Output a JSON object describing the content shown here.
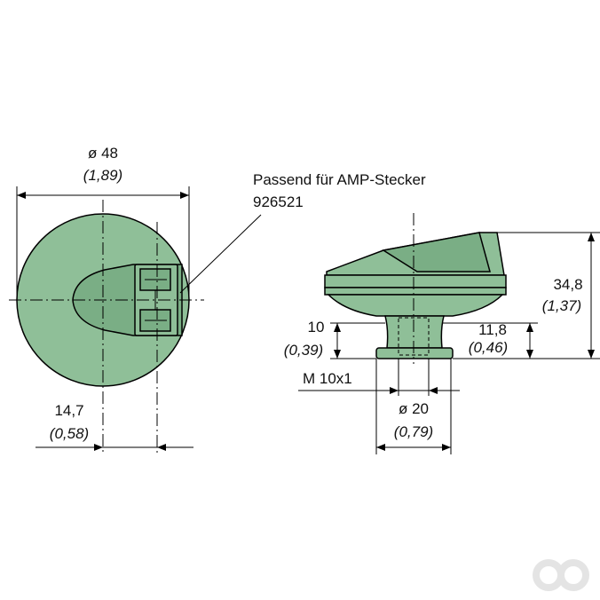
{
  "labels": {
    "top_dia": "ø 48",
    "top_dia_in": "(1,89)",
    "note_line1": "Passend für AMP-Stecker",
    "note_line2": "926521",
    "offset": "14,7",
    "offset_in": "(0,58)",
    "height_total": "34,8",
    "height_total_in": "(1,37)",
    "neck_height": "11,8",
    "neck_height_in": "(0,46)",
    "base_height": "10",
    "base_height_in": "(0,39)",
    "thread": "M 10x1",
    "base_dia": "ø 20",
    "base_dia_in": "(0,79)"
  },
  "colors": {
    "part_fill": "#8fbf98",
    "logo": "#e4e4e4"
  },
  "logo": {
    "name": "ao-logo"
  }
}
